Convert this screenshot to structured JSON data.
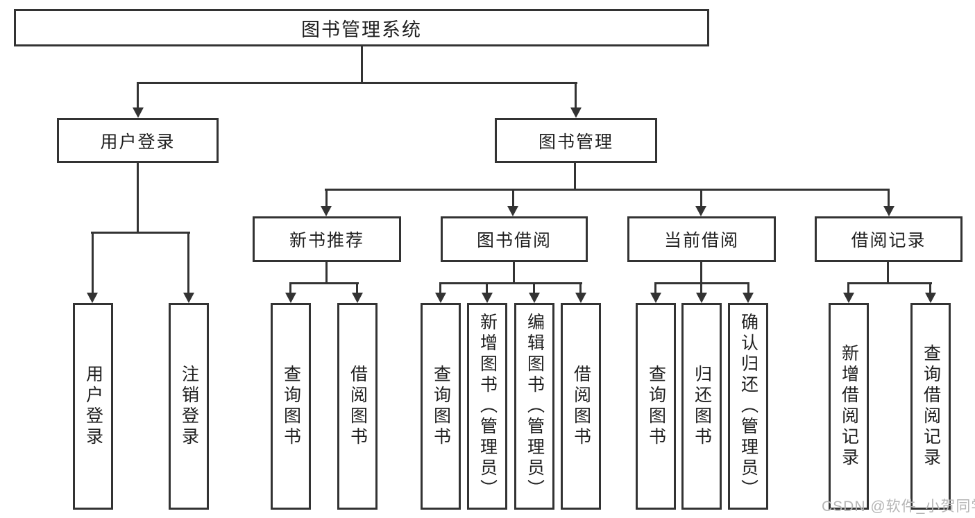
{
  "diagram": {
    "root": {
      "label": "图书管理系统"
    },
    "level2": [
      {
        "label": "用户登录"
      },
      {
        "label": "图书管理"
      }
    ],
    "level3": [
      {
        "label": "新书推荐",
        "parent": "图书管理"
      },
      {
        "label": "图书借阅",
        "parent": "图书管理"
      },
      {
        "label": "当前借阅",
        "parent": "图书管理"
      },
      {
        "label": "借阅记录",
        "parent": "图书管理"
      }
    ],
    "leaves": [
      {
        "label": "用户登录",
        "parent": "用户登录"
      },
      {
        "label": "注销登录",
        "parent": "用户登录"
      },
      {
        "label": "查询图书",
        "parent": "新书推荐"
      },
      {
        "label": "借阅图书",
        "parent": "新书推荐"
      },
      {
        "label": "查询图书",
        "parent": "图书借阅"
      },
      {
        "label": "新增图书（管理员）",
        "parent": "图书借阅"
      },
      {
        "label": "编辑图书（管理员）",
        "parent": "图书借阅"
      },
      {
        "label": "借阅图书",
        "parent": "图书借阅"
      },
      {
        "label": "查询图书",
        "parent": "当前借阅"
      },
      {
        "label": "归还图书",
        "parent": "当前借阅"
      },
      {
        "label": "确认归还（管理员）",
        "parent": "当前借阅"
      },
      {
        "label": "新增借阅记录",
        "parent": "借阅记录"
      },
      {
        "label": "查询借阅记录",
        "parent": "借阅记录"
      }
    ],
    "watermark": "CSDN @软件_小贺同学",
    "colors": {
      "line": "#333333",
      "box_border": "#333333",
      "background": "#ffffff",
      "watermark": "#b5b5b5"
    }
  }
}
